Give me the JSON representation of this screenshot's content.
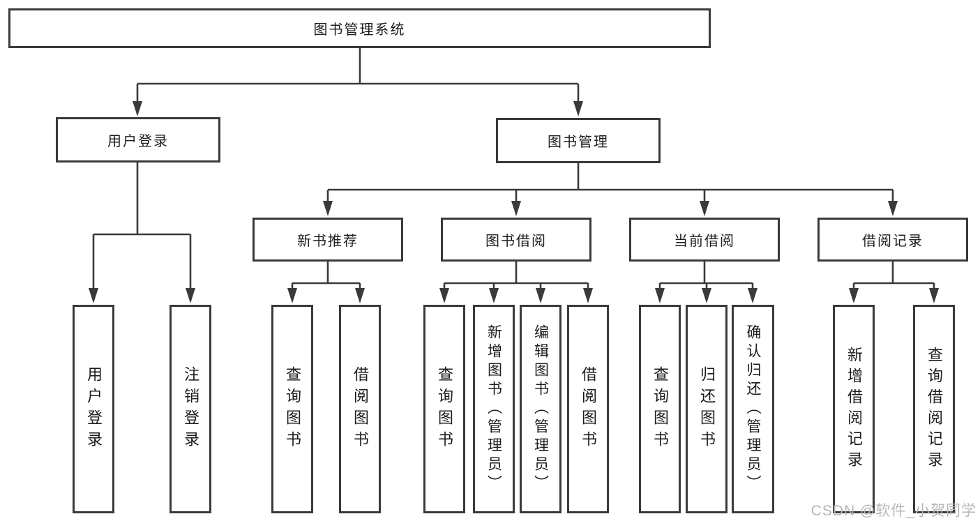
{
  "diagram": {
    "title": "图书管理系统",
    "tree": {
      "root": {
        "label": "图书管理系统",
        "children": [
          {
            "label": "用户登录",
            "children": [
              {
                "label": "用户登录"
              },
              {
                "label": "注销登录"
              }
            ]
          },
          {
            "label": "图书管理",
            "children": [
              {
                "label": "新书推荐",
                "children": [
                  {
                    "label": "查询图书"
                  },
                  {
                    "label": "借阅图书"
                  }
                ]
              },
              {
                "label": "图书借阅",
                "children": [
                  {
                    "label": "查询图书"
                  },
                  {
                    "label": "新增图书（管理员）"
                  },
                  {
                    "label": "编辑图书（管理员）"
                  },
                  {
                    "label": "借阅图书"
                  }
                ]
              },
              {
                "label": "当前借阅",
                "children": [
                  {
                    "label": "查询图书"
                  },
                  {
                    "label": "归还图书"
                  },
                  {
                    "label": "确认归还（管理员）"
                  }
                ]
              },
              {
                "label": "借阅记录",
                "children": [
                  {
                    "label": "新增借阅记录"
                  },
                  {
                    "label": "查询借阅记录"
                  }
                ]
              }
            ]
          }
        ]
      }
    },
    "colors": {
      "line": "#3a3a3a",
      "box_border": "#3a3a3a",
      "text": "#1c1c1c",
      "watermark": "#b6b6b6",
      "background": "#ffffff"
    }
  },
  "watermark": {
    "text": "CSDN @软件_小贺同学"
  }
}
